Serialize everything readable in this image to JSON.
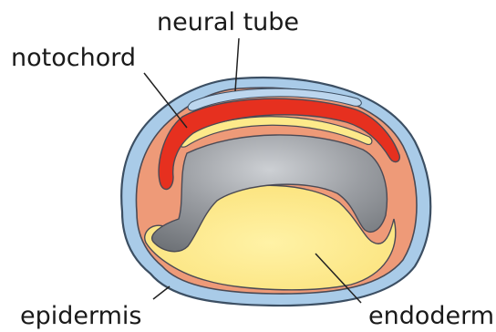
{
  "labels": {
    "neural_tube": "neural tube",
    "notochord": "notochord",
    "epidermis": "epidermis",
    "endoderm": "endoderm"
  },
  "colors": {
    "background": "#ffffff",
    "epidermis_blue": "#a9cbe8",
    "outline": "#3c4f63",
    "mesoderm_salmon": "#ee9a78",
    "neural_red": "#e6301f",
    "endoderm_yellow": "#fde98a",
    "cavity_gray": "#8f9297",
    "label_text": "#1a1a1a"
  }
}
